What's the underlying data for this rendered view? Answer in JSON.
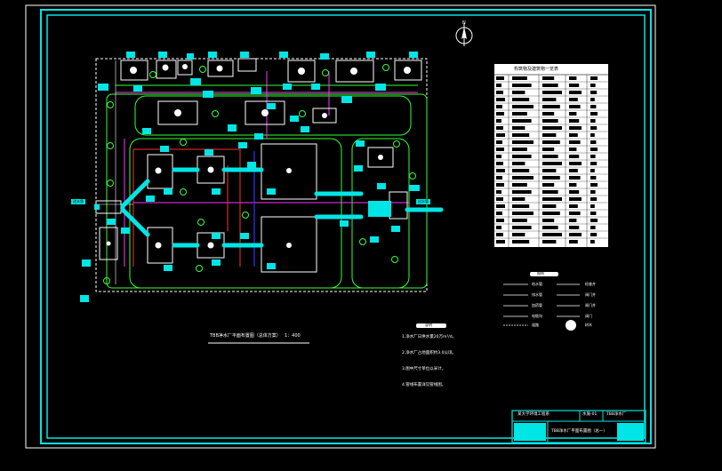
{
  "drawing": {
    "title": "TBB净水厂平面布置图（总体方案）",
    "scale": "1：400",
    "north_label": "N",
    "inlet_label": "进水管",
    "outlet_label": "出水管",
    "notes_header": "说明",
    "notes": [
      "1.净水厂日供水量20万m³/d。",
      "2.净水厂占地面积约3.0公顷。",
      "3.图中尺寸单位以米计。",
      "4.管线布置详见管线图。"
    ],
    "table_header": "构筑物及建筑物一览表",
    "legend_header": "图例",
    "legend_items": [
      {
        "label": "给水管"
      },
      {
        "label": "排水管"
      },
      {
        "label": "加药管"
      },
      {
        "label": "电缆沟"
      },
      {
        "label": "道路"
      },
      {
        "label": "检查井"
      },
      {
        "label": "阀门井"
      },
      {
        "label": "闸门井"
      },
      {
        "label": "阀门"
      },
      {
        "label": "树木"
      }
    ],
    "title_block": {
      "school": "某大学环境工程系",
      "drawing_name": "TBB净水厂平面布置图（总一）",
      "project": "TBB净水厂",
      "code": "水施-01"
    }
  },
  "colors": {
    "frame": "#00e5e5",
    "site": "#ffffff",
    "road": "#33ff33",
    "pipe_magenta": "#ff33ff",
    "pipe_red": "#ff3030",
    "pipe_blue": "#3333ff",
    "label_fill": "#00e5e5"
  }
}
